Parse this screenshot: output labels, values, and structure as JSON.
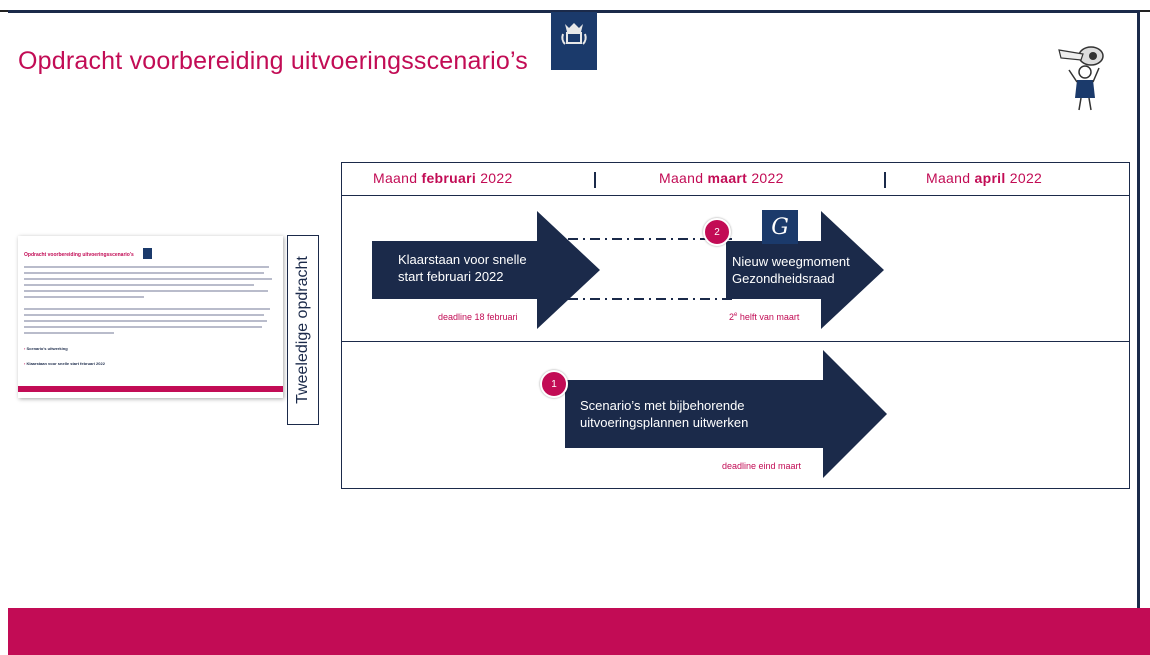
{
  "slide": {
    "title": "Opdracht voorbereiding uitvoeringsscenario’s",
    "vertical_label": "Tweeledige opdracht"
  },
  "thumbnail": {
    "title": "Opdracht voorbereiding uitvoeringsscenario’s",
    "bullets": [
      "Scenario's uitwerking",
      "Klaarstaan voor snelle start februari 2022"
    ]
  },
  "timeline": {
    "months": [
      {
        "prefix": "Maand ",
        "bold": "februari",
        "suffix": " 2022"
      },
      {
        "prefix": "Maand ",
        "bold": "maart",
        "suffix": " 2022"
      },
      {
        "prefix": "Maand ",
        "bold": "april",
        "suffix": " 2022"
      }
    ]
  },
  "tasks": {
    "klaarstaan": {
      "line1": "Klaarstaan voor snelle",
      "line2": "start februari 2022",
      "deadline": "deadline 18 februari"
    },
    "weegmoment": {
      "line1": "Nieuw weegmoment",
      "line2": "Gezondheidsraad",
      "deadline_sup": "e",
      "deadline_pre": "2",
      "deadline_rest": " helft van maart",
      "badge": "2"
    },
    "scenarios": {
      "line1": "Scenario’s met bijbehorende",
      "line2": "uitvoeringsplannen uitwerken",
      "deadline": "deadline eind maart",
      "badge": "1"
    }
  },
  "colors": {
    "navy": "#1b2a4a",
    "magenta": "#c20c55",
    "crest_blue": "#1b3a6b"
  },
  "icons": [
    "crest-icon",
    "gezondheidsraad-logo-icon",
    "figure-illustration-icon"
  ]
}
